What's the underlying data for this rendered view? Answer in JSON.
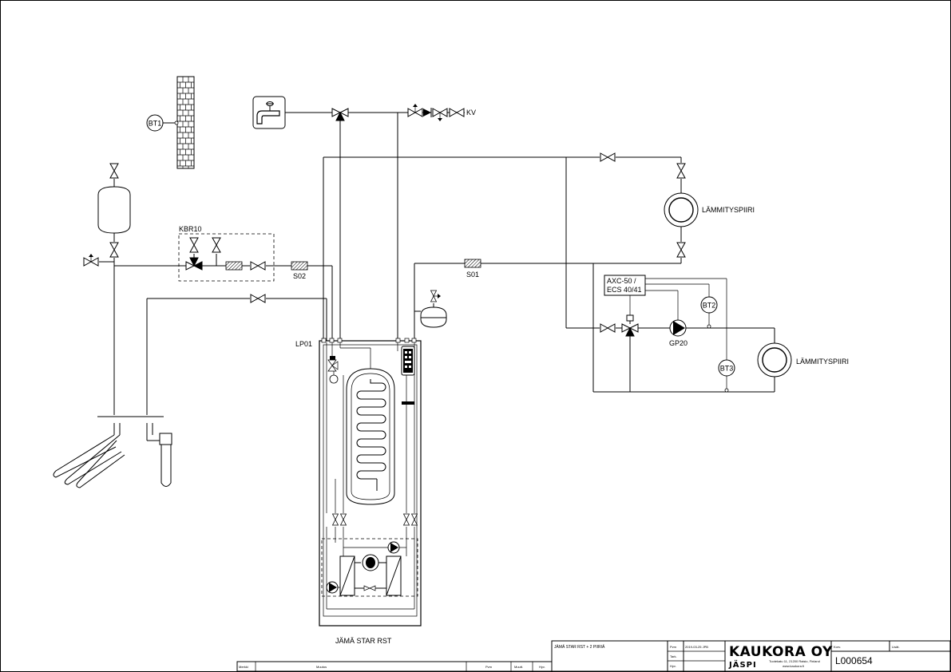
{
  "labels": {
    "bt1": "BT1",
    "kbr10": "KBR10",
    "s02": "S02",
    "s01": "S01",
    "kv": "KV",
    "lp01": "LP01",
    "heating_circuit_1": "LÄMMITYSPIIRI",
    "heating_circuit_2": "LÄMMITYSPIIRI",
    "controller_line1": "AXC-50 /",
    "controller_line2": "ECS 40/41",
    "bt2": "BT2",
    "bt3": "BT3",
    "gp20": "GP20",
    "unit_name": "JÄMÄ STAR RST"
  },
  "title_block": {
    "drawing_title": "JÄMÄ STAR RST + 2 PIIRIÄ",
    "pvm_label": "Pvm",
    "date_value": "2019-03-25 JPB",
    "tark_label": "Tark.",
    "hyv_label": "Hyv.",
    "company": "KAUKORA OY",
    "brand": "JÄSPI",
    "address": "Tuotekatu 11, 21200 Raisio, Finland",
    "web": "www.kaukora.fi",
    "korv_label": "Korv.",
    "lisat_label": "Lisät.",
    "drawing_number": "L000654"
  },
  "revision_table": {
    "merkki": "Merkki",
    "muutos": "Muutos",
    "pvm": "Pvm",
    "muutt": "Muutt.",
    "hyv": "Hyv."
  }
}
